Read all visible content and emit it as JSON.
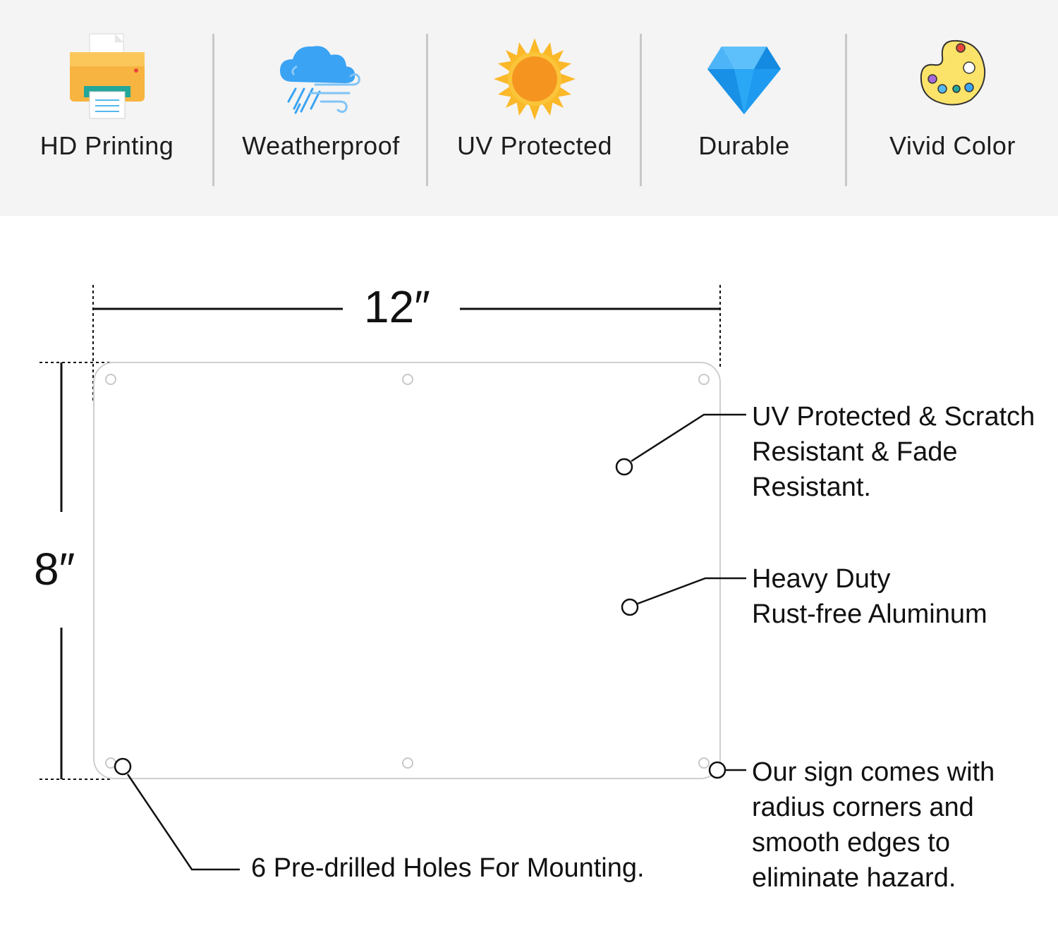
{
  "features": [
    {
      "label": "HD Printing",
      "icon": "printer-icon"
    },
    {
      "label": "Weatherproof",
      "icon": "weather-cloud-icon"
    },
    {
      "label": "UV Protected",
      "icon": "sun-icon"
    },
    {
      "label": "Durable",
      "icon": "diamond-icon"
    },
    {
      "label": "Vivid Color",
      "icon": "palette-icon"
    }
  ],
  "dimensions": {
    "width_label": "12″",
    "height_label": "8″"
  },
  "callouts": {
    "uv": "UV Protected & Scratch\nResistant & Fade\nResistant.",
    "material": "Heavy Duty\nRust-free Aluminum",
    "corners": "Our sign comes with\nradius corners and\nsmooth edges to\neliminate hazard.",
    "holes": "6 Pre-drilled Holes For Mounting."
  },
  "colors": {
    "feature_bg": "#f4f4f4",
    "sign_border": "#cfcfcf",
    "sun": "#f7a21b",
    "diamond": "#1e9bf0",
    "cloud": "#3aa3f3"
  }
}
